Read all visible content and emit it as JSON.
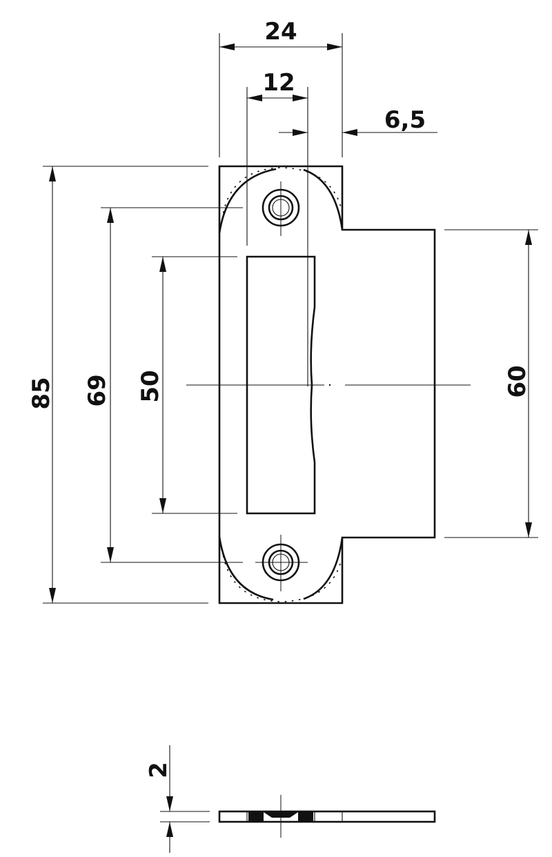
{
  "dimensions": {
    "overall_width": "24",
    "slot_width": "12",
    "offset": "6,5",
    "overall_height": "85",
    "screw_spacing": "69",
    "slot_height": "50",
    "lip_height": "60",
    "thickness": "2"
  },
  "colors": {
    "line": "#111111",
    "background": "#ffffff"
  }
}
